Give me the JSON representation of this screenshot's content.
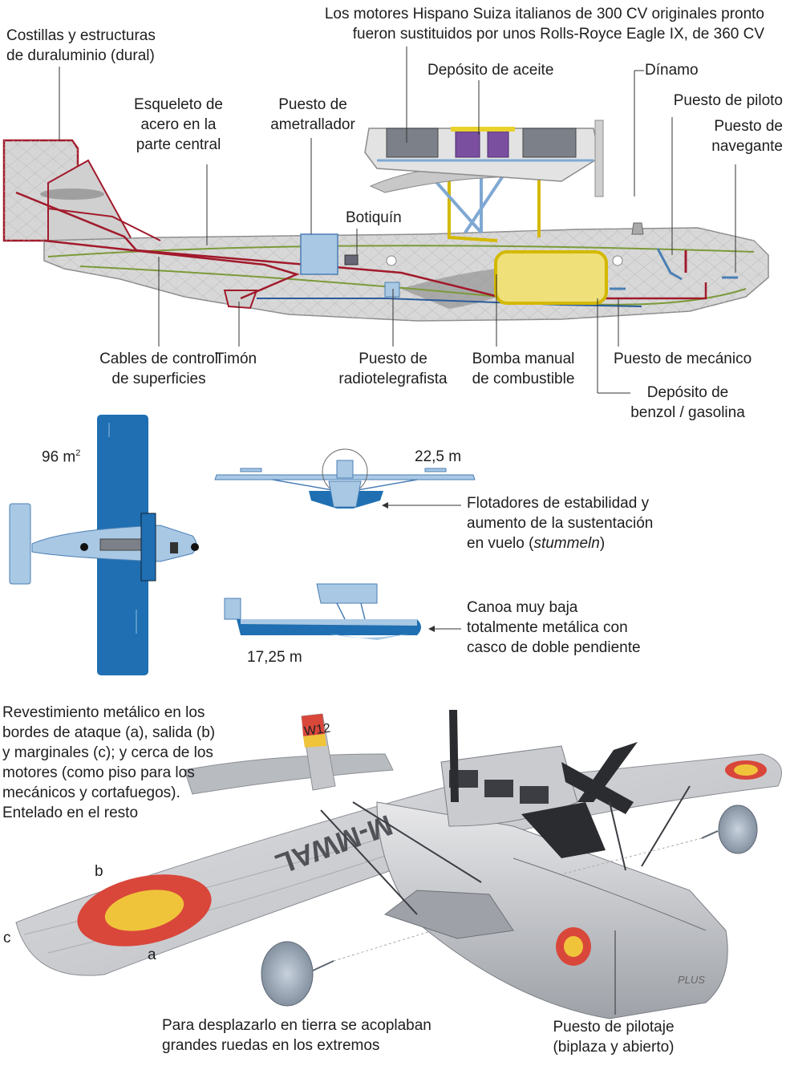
{
  "labels": {
    "costillas": [
      "Costillas y estructuras",
      "de duraluminio (dural)"
    ],
    "motores": [
      "Los motores Hispano Suiza italianos de 300 CV originales pronto",
      "fueron sustituidos por unos Rolls-Royce Eagle IX, de 360 CV"
    ],
    "deposito_aceite": "Depósito de aceite",
    "dinamo": "Dínamo",
    "esqueleto": [
      "Esqueleto de",
      "acero en la",
      "parte central"
    ],
    "ametrallador": [
      "Puesto de",
      "ametrallador"
    ],
    "puesto_piloto": "Puesto de piloto",
    "puesto_navegante": [
      "Puesto de",
      "navegante"
    ],
    "botiquin": "Botiquín",
    "cables": [
      "Cables de control",
      "de superficies"
    ],
    "timon": "Timón",
    "radiotelegrafista": [
      "Puesto de",
      "radiotelegrafista"
    ],
    "bomba": [
      "Bomba manual",
      "de combustible"
    ],
    "mecanico": "Puesto de mecánico",
    "deposito_benzol": [
      "Depósito de",
      "benzol / gasolina"
    ],
    "superficie_value": "96",
    "superficie_unit": "m",
    "superficie_exp": "2",
    "envergadura": "22,5 m",
    "longitud": "17,25 m",
    "flotadores": [
      "Flotadores de estabilidad y",
      "aumento de la sustentación",
      "en vuelo ("
    ],
    "flotadores_italic": "stummeln",
    "flotadores_end": ")",
    "canoa": [
      "Canoa muy baja",
      "totalmente metálica con",
      "casco de doble pendiente"
    ],
    "revestimiento": [
      "Revestimiento metálico en los",
      "bordes de ataque (a), salida (b)",
      "y marginales (c); y cerca de los",
      "motores (como piso para los",
      "mecánicos y cortafuegos).",
      "Entelado en el resto"
    ],
    "edge_a": "a",
    "edge_b": "b",
    "edge_c": "c",
    "ruedas": [
      "Para desplazarlo en tierra se acoplaban",
      "grandes ruedas en los extremos"
    ],
    "pilotaje": [
      "Puesto de pilotaje",
      "(biplaza y abierto)"
    ]
  },
  "markings": {
    "tail_code": "W12",
    "wing_code": "M-MWAL",
    "hull_text": "PLUS"
  },
  "colors": {
    "blue": "#1f6fb2",
    "light_blue": "#a9c8e4",
    "red_line": "#a11a2b",
    "green_line": "#7c9a3a",
    "yellow": "#e9d12a",
    "purple": "#7b4fa0",
    "fuselage": "#d9d9d9",
    "roundel_red": "#d9473b",
    "roundel_yellow": "#f0c43a"
  }
}
